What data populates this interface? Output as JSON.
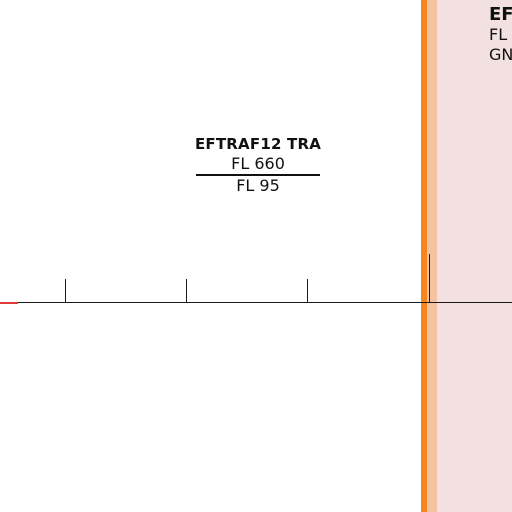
{
  "map": {
    "colors": {
      "boundary": "#f6841f",
      "boundary_band": "#f4c2a0",
      "restricted_fill": "#f3e1e1",
      "route": "#1a1a1a",
      "route_marker": "#e03a3a",
      "background": "#ffffff"
    },
    "center_area": {
      "name": "EFTRAF12 TRA",
      "upper_limit": "FL 660",
      "lower_limit": "FL 95"
    },
    "side_area": {
      "name": "EF",
      "line1": "FL",
      "line2": "GN"
    }
  }
}
